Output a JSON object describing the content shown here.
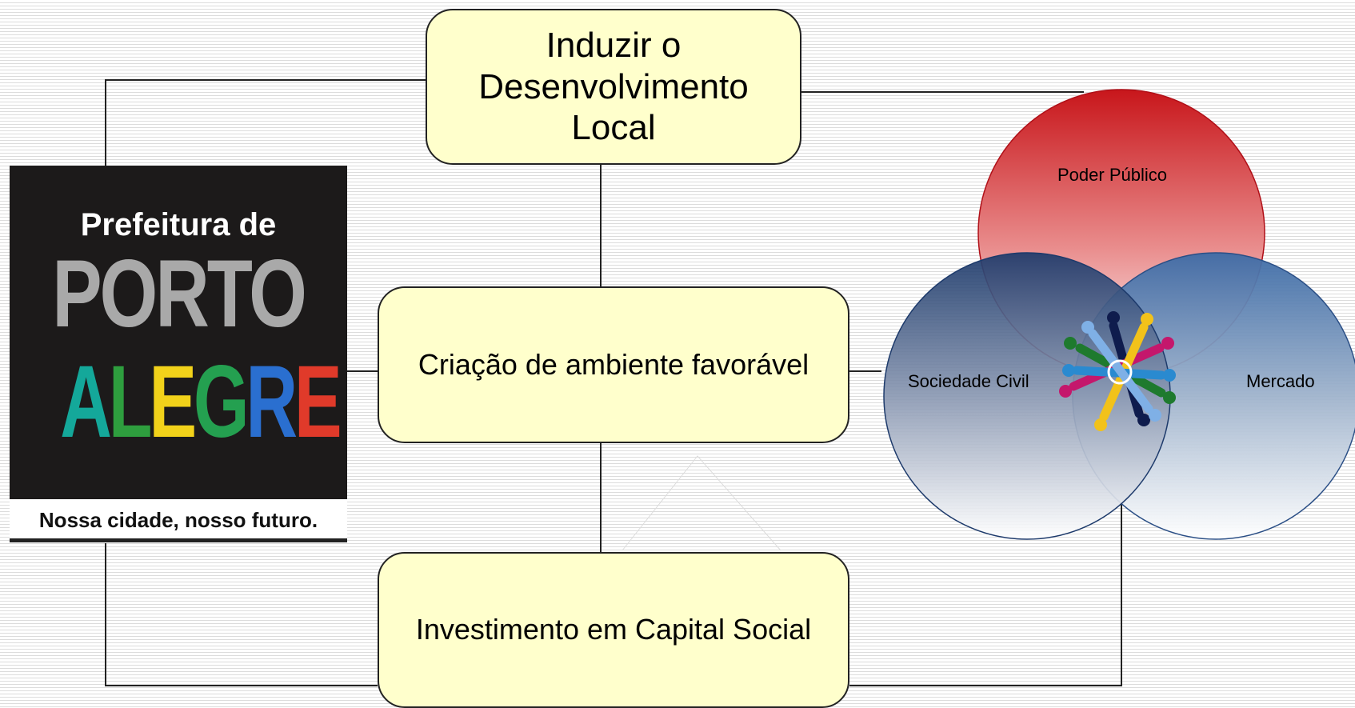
{
  "diagram": {
    "boxes": {
      "top": "Induzir o\nDesenvolvimento\nLocal",
      "middle": "Criação de ambiente favorável",
      "bottom": "Investimento em Capital Social"
    },
    "logo": {
      "line1": "Prefeitura de",
      "line2": "PORTO",
      "line3_letters": [
        "A",
        "L",
        "E",
        "G",
        "R",
        "E"
      ],
      "line3_colors": [
        "#14a89a",
        "#2e9e3e",
        "#f2d21a",
        "#24a050",
        "#2a6fd0",
        "#e03a2a"
      ],
      "tagline": "Nossa cidade, nosso futuro."
    },
    "venn": {
      "top": "Poder Público",
      "left": "Sociedade Civil",
      "right": "Mercado"
    },
    "colors": {
      "box_fill": "#ffffcc",
      "circle_top": "#cc1b1b",
      "circle_left": "#1f3b6e",
      "circle_right": "#3f6ea8"
    }
  }
}
